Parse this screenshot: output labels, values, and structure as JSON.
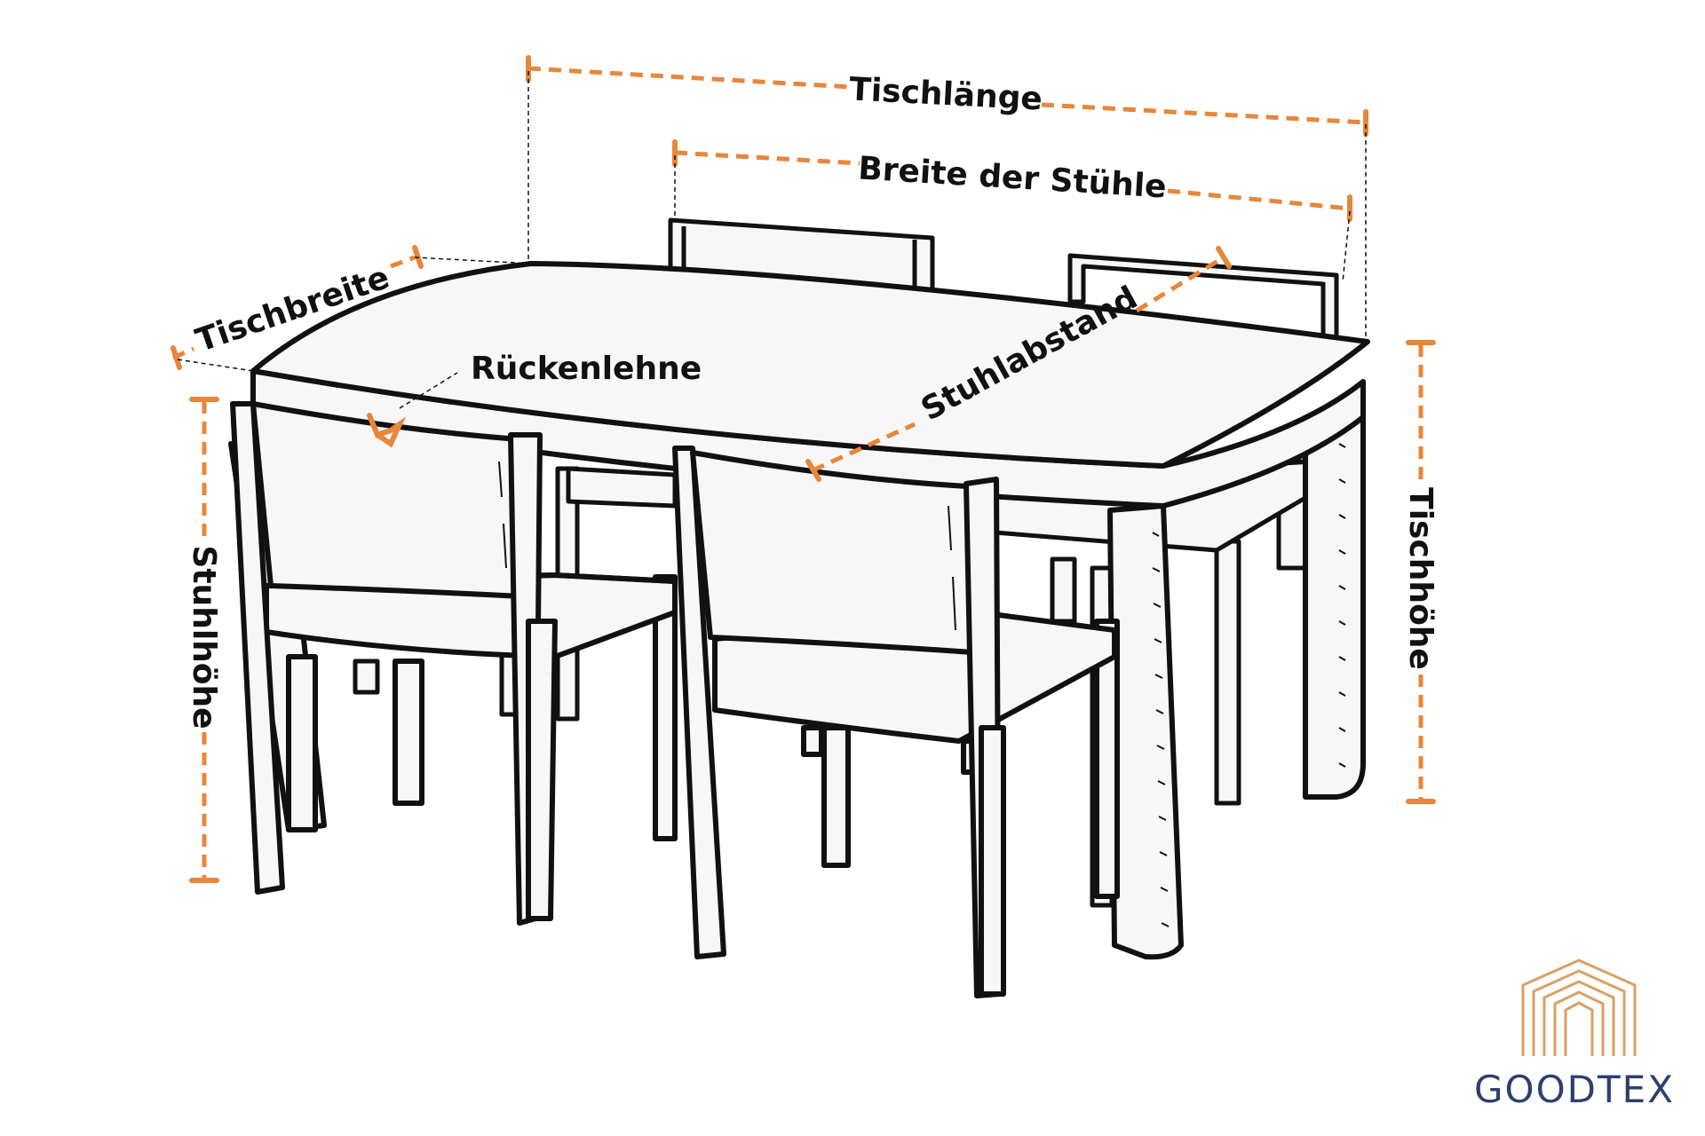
{
  "labels": {
    "table_length": "Tischlänge",
    "chair_width": "Breite der Stühle",
    "table_width": "Tischbreite",
    "backrest": "Rückenlehne",
    "chair_spacing": "Stuhlabstand",
    "chair_height": "Stuhlhöhe",
    "table_height": "Tischhöhe"
  },
  "brand": {
    "name": "GOODTEX"
  },
  "colors": {
    "accent": "#E8863A",
    "line": "#111111",
    "fill": "#F7F7F7",
    "brand_text": "#2D3F6E",
    "brand_logo": "#D9A066"
  }
}
